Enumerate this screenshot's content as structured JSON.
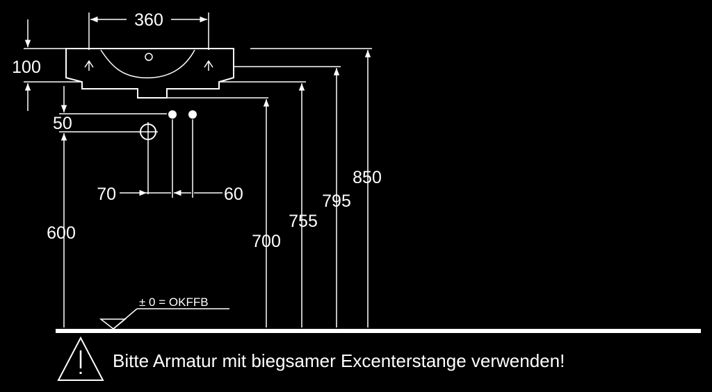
{
  "dimensions": {
    "width": "360",
    "height_basin": "100",
    "siphon_offset": "50",
    "trap_height": "600",
    "left_offset": "70",
    "right_offset": "60",
    "h700": "700",
    "h755": "755",
    "h795": "795",
    "h850": "850"
  },
  "floor_label": "± 0 = OKFFB",
  "warning_text": "Bitte Armatur mit biegsamer Excenterstange verwenden!",
  "warning_icon": "warning-triangle-icon",
  "colors": {
    "background": "#000000",
    "lines": "#ffffff"
  }
}
